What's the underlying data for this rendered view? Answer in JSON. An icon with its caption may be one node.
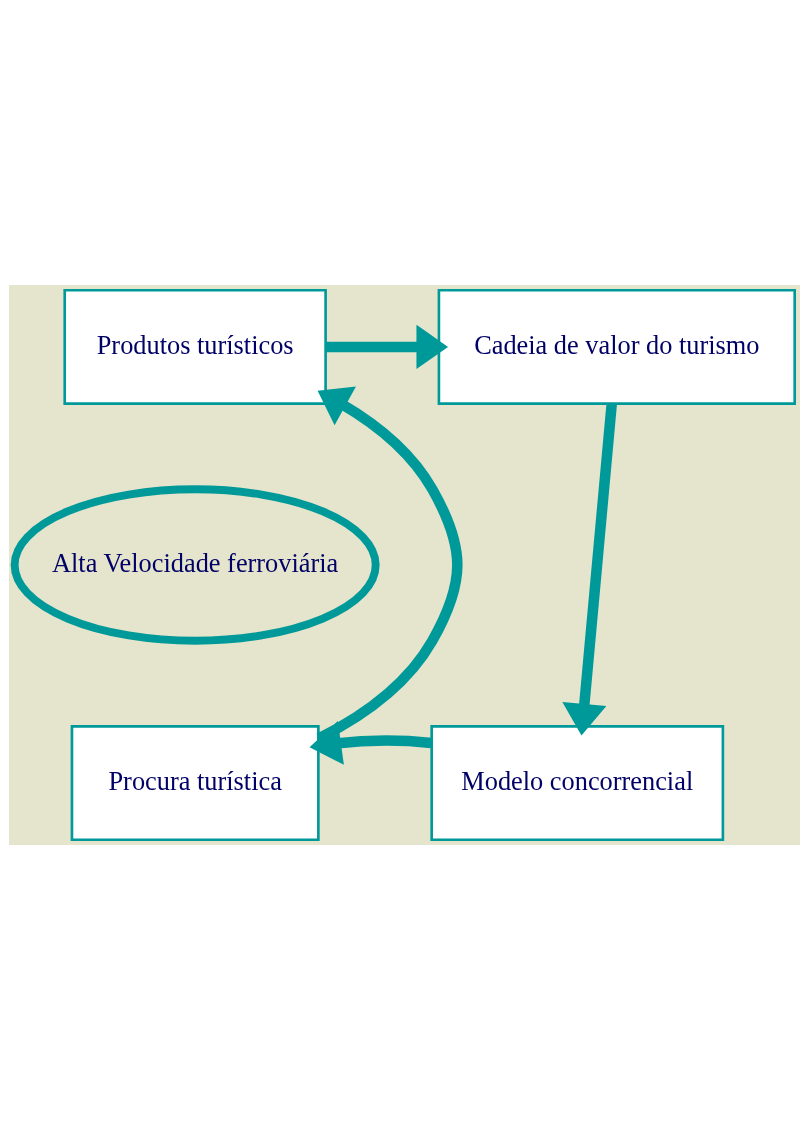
{
  "diagram": {
    "nodes": [
      {
        "text": [
          "Produtos turísticos"
        ]
      },
      {
        "text": [
          "Cadeia de valor do turismo"
        ]
      },
      {
        "text": [
          "Modelo concorrencial"
        ]
      },
      {
        "text": [
          "Procura turística"
        ]
      },
      {
        "text": [
          "Alta Velocidade ferroviária"
        ]
      }
    ],
    "edges": [
      {
        "from": 0,
        "to": 1,
        "arrow": "to"
      },
      {
        "from": 1,
        "to": 2,
        "arrow": "to"
      },
      {
        "from": 2,
        "to": 3,
        "arrow": "to"
      },
      {
        "from": 3,
        "to": 0,
        "arrow": "to"
      }
    ]
  }
}
